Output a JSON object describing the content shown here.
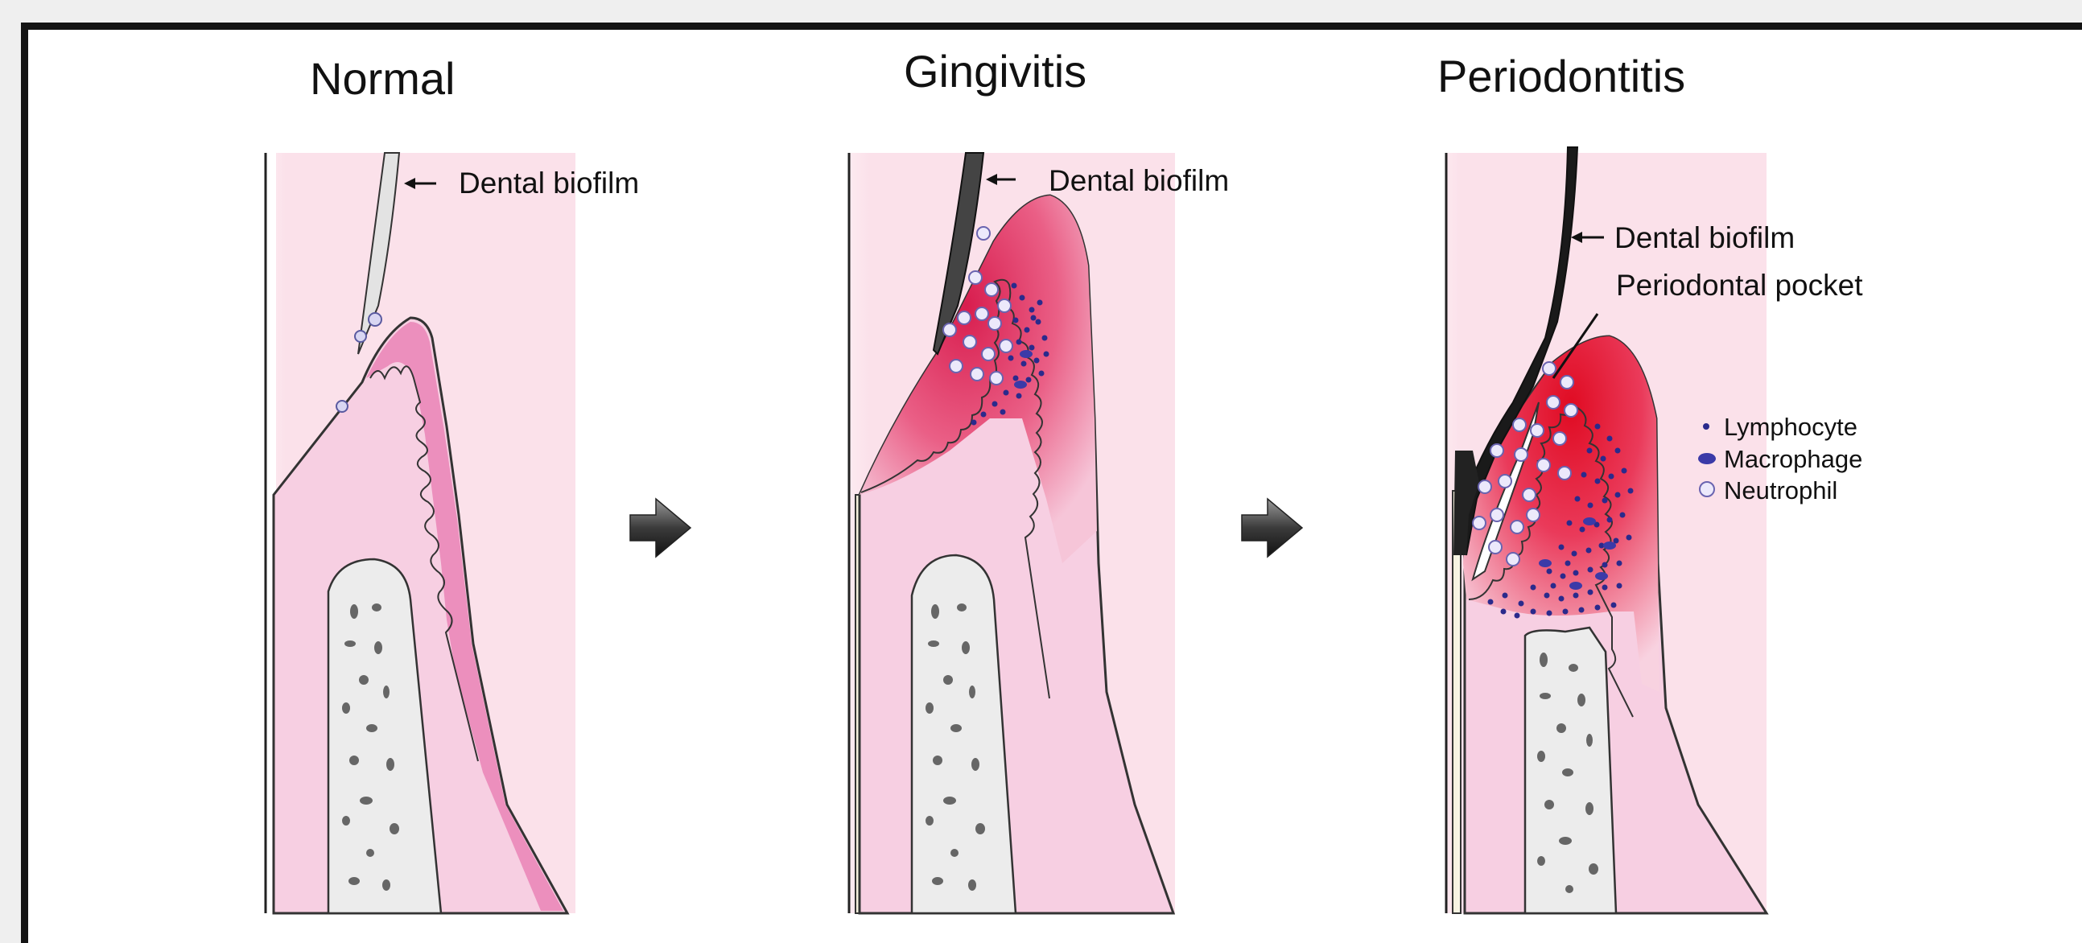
{
  "panels": [
    {
      "title": "Normal",
      "labels": [
        "Dental biofilm"
      ]
    },
    {
      "title": "Gingivitis",
      "labels": [
        "Dental biofilm"
      ]
    },
    {
      "title": "Periodontitis",
      "labels": [
        "Dental biofilm",
        "Periodontal pocket"
      ]
    }
  ],
  "legend": [
    {
      "label": "Lymphocyte",
      "icon": "small-dot"
    },
    {
      "label": "Macrophage",
      "icon": "macrophage-cell"
    },
    {
      "label": "Neutrophil",
      "icon": "neutrophil-cell"
    }
  ],
  "colors": {
    "background": "#efefef",
    "frame": "#141414",
    "gingiva_healthy": "#f6c8df",
    "gingiva_inflamed": "#e8466d",
    "gingiva_severe": "#e0102a",
    "bone": "#ececec",
    "lymphocyte": "#2b2a8c",
    "biofilm": "#222222"
  }
}
